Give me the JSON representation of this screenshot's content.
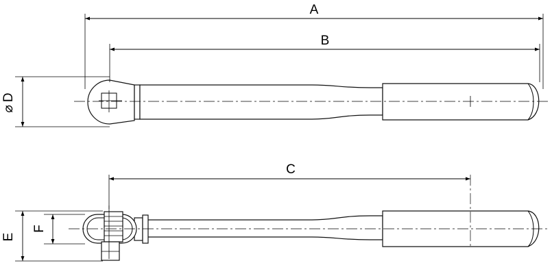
{
  "dimensions": {
    "a": "A",
    "b": "B",
    "c": "C",
    "d": "D",
    "diameter_symbol": "⌀",
    "e": "E",
    "f": "F"
  }
}
